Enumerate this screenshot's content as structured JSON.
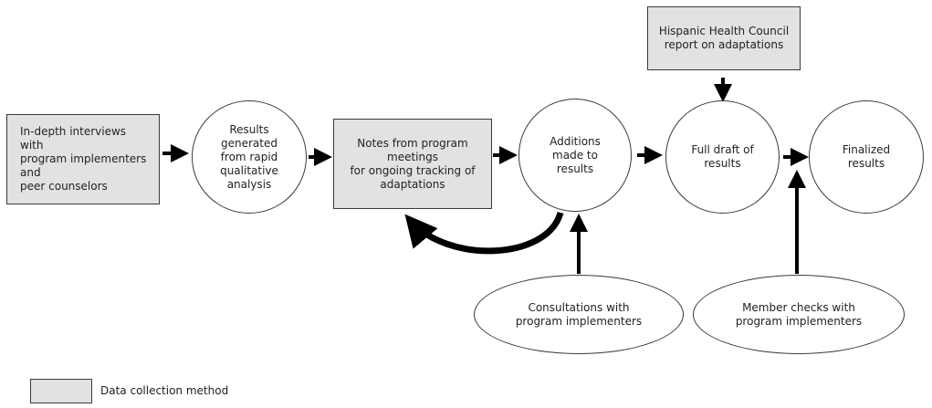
{
  "nodes": {
    "interviews": "In-depth interviews with\nprogram implementers and\npeer counselors",
    "rapid_results": "Results\ngenerated\nfrom rapid\nqualitative\nanalysis",
    "meeting_notes": "Notes from program meetings\nfor ongoing tracking of\nadaptations",
    "additions": "Additions\nmade to\nresults",
    "full_draft": "Full draft of\nresults",
    "finalized": "Finalized\nresults",
    "hhc_report": "Hispanic Health Council\nreport on adaptations",
    "consultations": "Consultations with\nprogram implementers",
    "member_checks": "Member checks with\nprogram implementers"
  },
  "legend": {
    "label": "Data collection method"
  }
}
